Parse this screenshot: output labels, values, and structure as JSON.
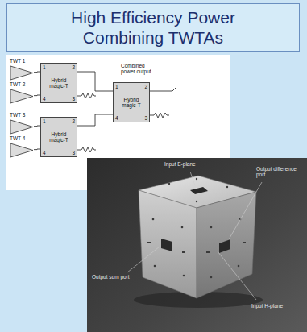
{
  "diagram": {
    "title": "High Efficiency Power Combining TWTAs",
    "nodes": [
      {
        "text": [
          "TWT 1"
        ]
      },
      {
        "text": [
          "TWT 2"
        ]
      },
      {
        "text": [
          "TWT 3"
        ]
      },
      {
        "text": [
          "TWT 4"
        ]
      },
      {
        "text": [
          "1",
          "2",
          "Hybrid magic-T",
          "4",
          "3"
        ]
      },
      {
        "text": [
          "1",
          "2",
          "Hybrid magic-T",
          "4",
          "3"
        ]
      },
      {
        "text": [
          "1",
          "2",
          "Hybrid magic-T",
          "4",
          "3"
        ]
      }
    ],
    "edges": [
      {
        "from": 0,
        "to": 4,
        "arrow": "none"
      },
      {
        "from": 1,
        "to": 4,
        "arrow": "none"
      },
      {
        "from": 2,
        "to": 5,
        "arrow": "none"
      },
      {
        "from": 3,
        "to": 5,
        "arrow": "none"
      },
      {
        "from": 4,
        "to": 6,
        "arrow": "none"
      },
      {
        "from": 5,
        "to": 6,
        "arrow": "none"
      }
    ],
    "labels": [
      "Combined power output",
      "Input E-plane",
      "Output difference port",
      "Output sum port",
      "Input H-plane"
    ]
  }
}
